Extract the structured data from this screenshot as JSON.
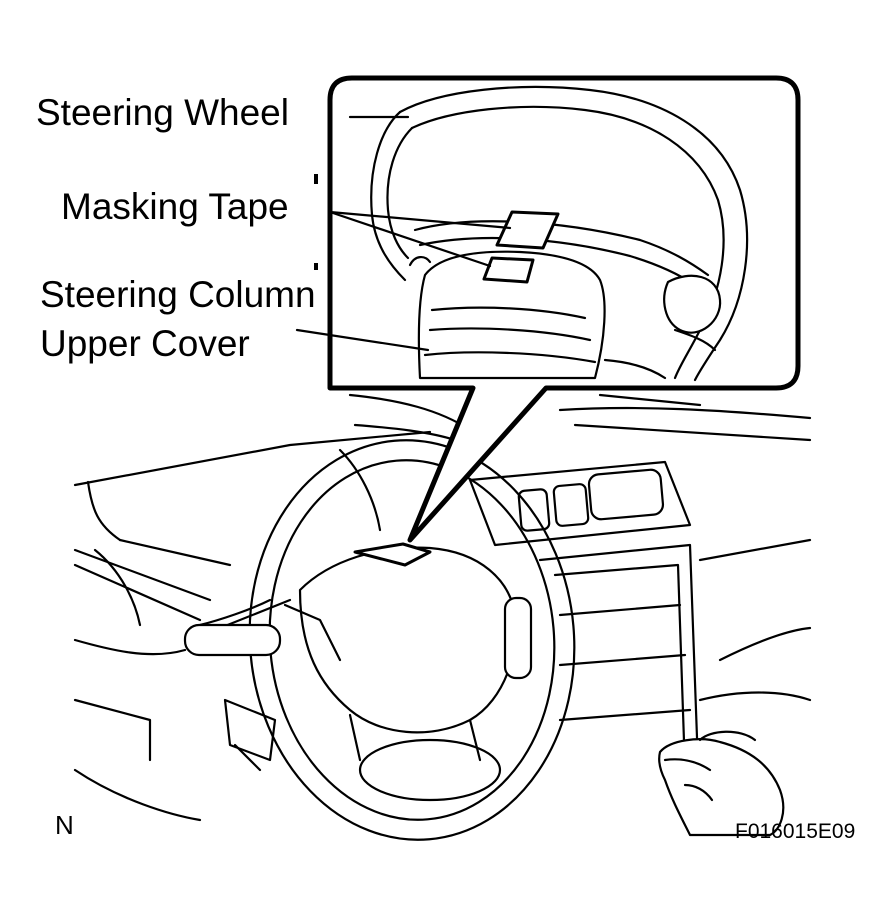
{
  "labels": {
    "steering_wheel": "Steering Wheel",
    "masking_tape": "Masking Tape",
    "column_cover_line1": "Steering Column",
    "column_cover_line2": "Upper Cover",
    "corner_letter": "N",
    "figure_code": "F016015E09"
  }
}
